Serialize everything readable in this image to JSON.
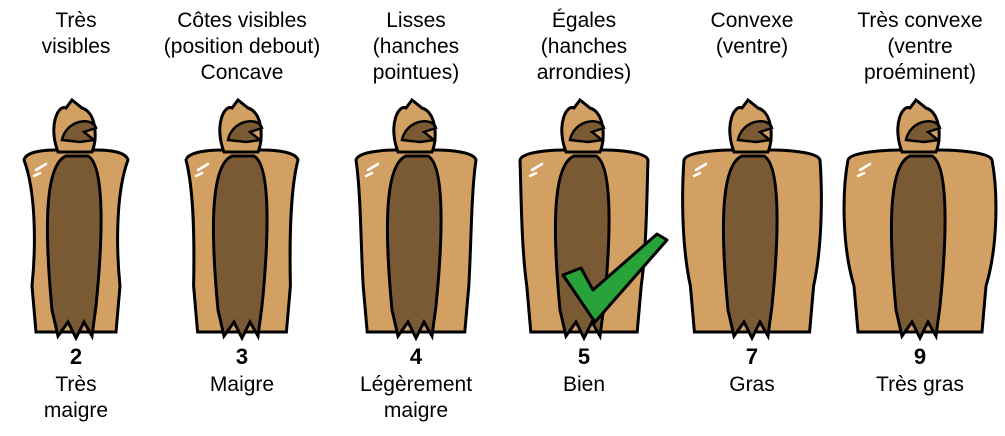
{
  "colors": {
    "coat": "#d3a063",
    "tail": "#7a5a35",
    "outline": "#000000",
    "check": "#27a33a",
    "highlight": "#ffffff"
  },
  "conditions": [
    {
      "description": [
        "Très",
        "visibles"
      ],
      "score": "2",
      "label": [
        "Très",
        "maigre"
      ],
      "build": 0
    },
    {
      "description": [
        "Côtes visibles",
        "(position debout)",
        "Concave"
      ],
      "score": "3",
      "label": [
        "Maigre"
      ],
      "build": 1
    },
    {
      "description": [
        "Lisses",
        "(hanches",
        "pointues)"
      ],
      "score": "4",
      "label": [
        "Légèrement",
        "maigre"
      ],
      "build": 2
    },
    {
      "description": [
        "Égales",
        "(hanches",
        "arrondies)"
      ],
      "score": "5",
      "label": [
        "Bien"
      ],
      "build": 3,
      "selected": true
    },
    {
      "description": [
        "Convexe",
        "(ventre)"
      ],
      "score": "7",
      "label": [
        "Gras"
      ],
      "build": 4
    },
    {
      "description": [
        "Très convexe",
        "(ventre",
        "proéminent)"
      ],
      "score": "9",
      "label": [
        "Très gras"
      ],
      "build": 5
    }
  ],
  "icons": {
    "check": "checkmark-icon",
    "animal": "cattle-rear-view-icon"
  }
}
